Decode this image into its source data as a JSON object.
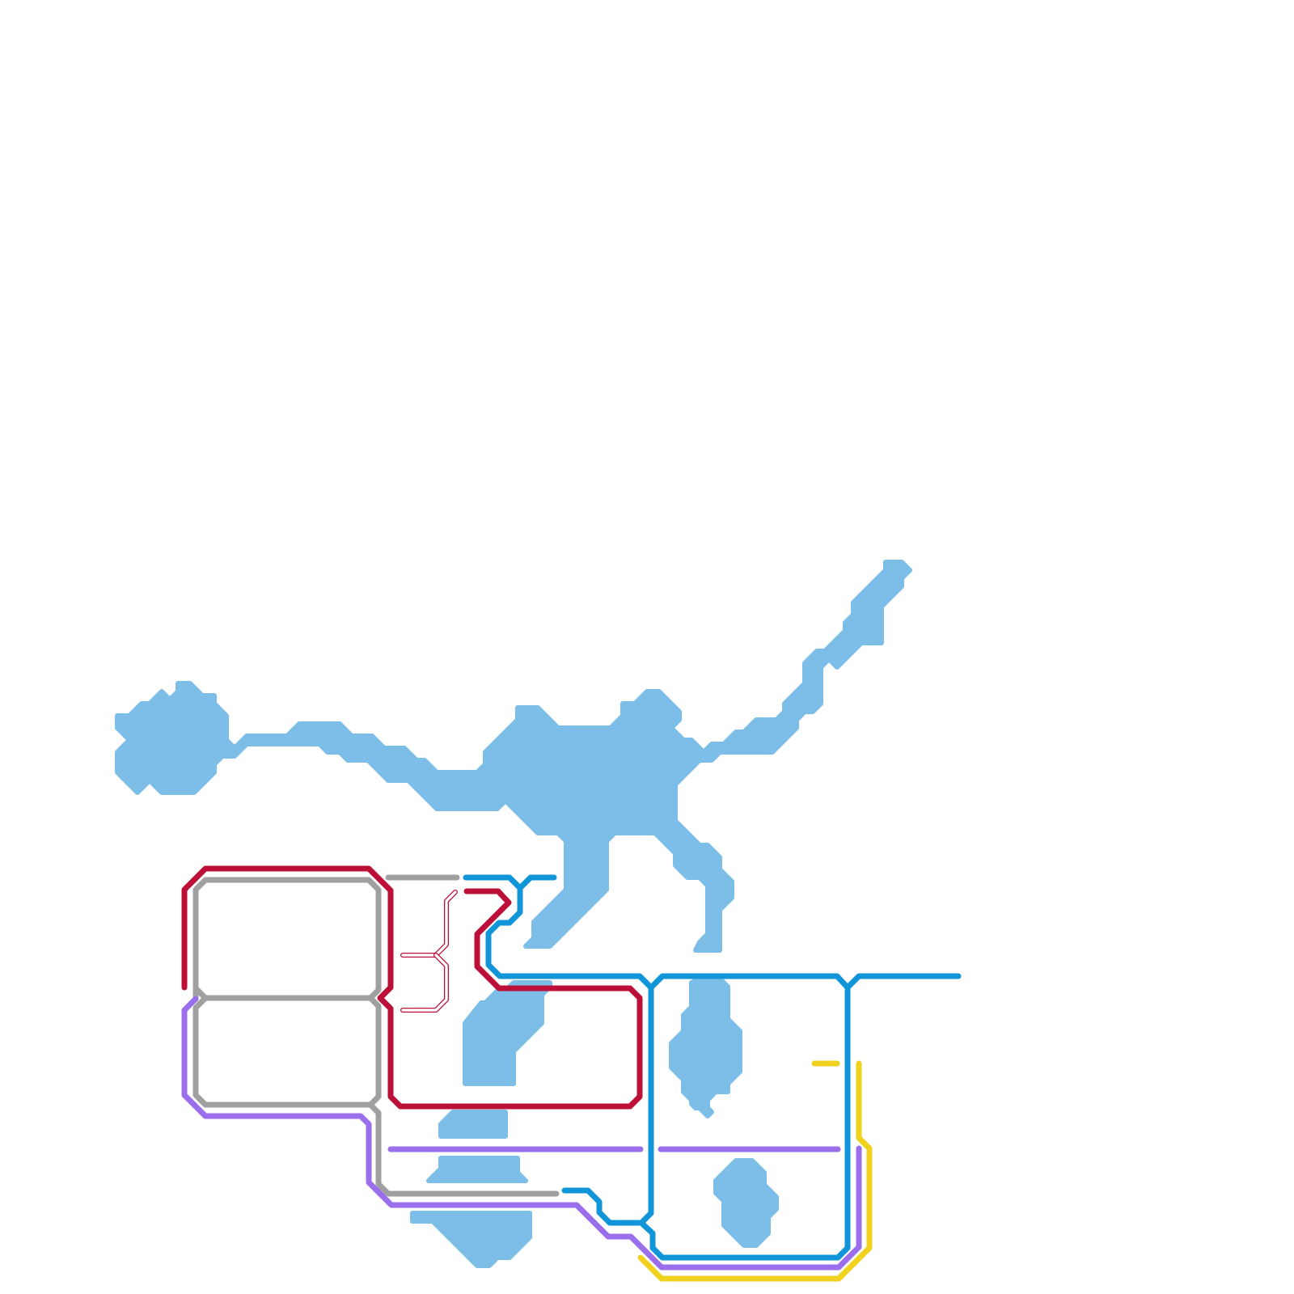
{
  "map": {
    "water_color": "#7dbee8",
    "background_color": "#ffffff",
    "lines": [
      {
        "id": "red-line",
        "color": "#bd1038"
      },
      {
        "id": "grey-line",
        "color": "#a0a0a0"
      },
      {
        "id": "blue-line",
        "color": "#1095d9"
      },
      {
        "id": "purple-line",
        "color": "#9b6feb"
      },
      {
        "id": "yellow-line",
        "color": "#f0d21e"
      }
    ],
    "under_construction_color": "#bd1038"
  }
}
